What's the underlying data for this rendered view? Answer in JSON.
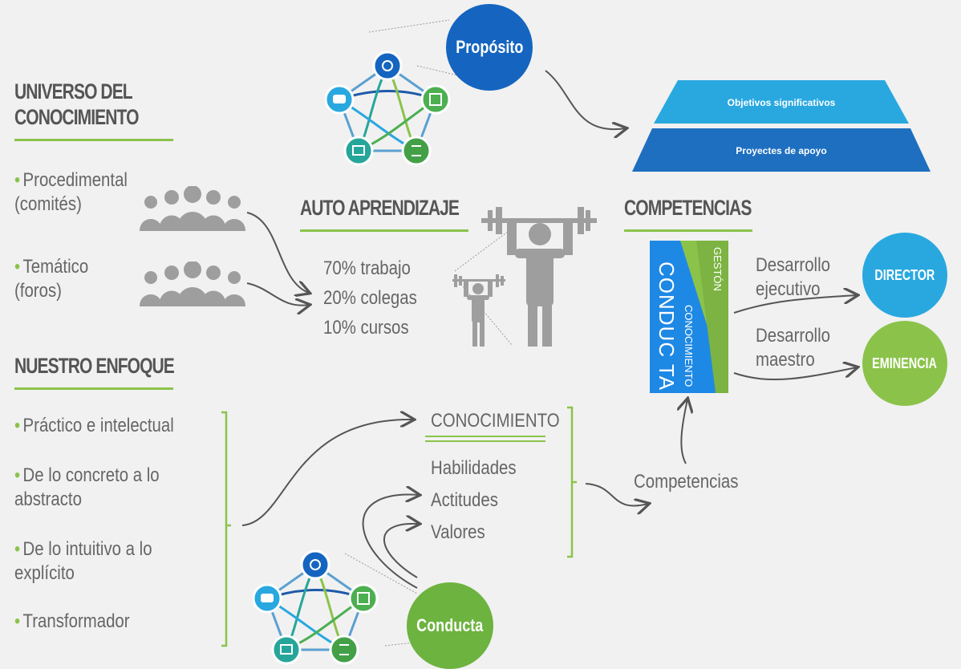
{
  "universo": {
    "heading_line1": "UNIVERSO DEL",
    "heading_line2": "CONOCIMIENTO",
    "items": [
      {
        "line1": "Procedimental",
        "line2": "(comités)"
      },
      {
        "line1": "Temático",
        "line2": "(foros)"
      }
    ]
  },
  "enfoque": {
    "heading": "NUESTRO ENFOQUE",
    "items": [
      {
        "line1": "Práctico e intelectual",
        "line2": ""
      },
      {
        "line1": "De lo concreto a lo",
        "line2": "abstracto"
      },
      {
        "line1": "De lo intuitivo a lo",
        "line2": "explícito"
      },
      {
        "line1": "Transformador",
        "line2": ""
      }
    ]
  },
  "auto": {
    "heading": "AUTO APRENDIZAJE",
    "items": [
      "70% trabajo",
      "20% colegas",
      "10% cursos"
    ]
  },
  "competencias": {
    "heading": "COMPETENCIAS",
    "box_conducta": "CONDUC TA",
    "box_conocimiento": "CONOCIMIENTO",
    "box_gestion": "GESTÓN",
    "arrow1_line1": "Desarrollo",
    "arrow1_line2": "ejecutivo",
    "arrow2_line1": "Desarrollo",
    "arrow2_line2": "maestro",
    "circle_director": "DIRECTOR",
    "circle_eminencia": "EMINENCIA"
  },
  "proposito": {
    "circle_label": "Propósito",
    "pyramid_top": "Objetivos significativos",
    "pyramid_bottom": "Proyectes de apoyo"
  },
  "bottom": {
    "conocimiento": "CONOCIMIENTO",
    "items": [
      "Habilidades",
      "Actitudes",
      "Valores"
    ],
    "competencias_label": "Competencias",
    "conducta_label": "Conducta"
  },
  "colors": {
    "green": "#8bc34a",
    "dark_blue": "#1565c0",
    "light_blue": "#29a8e0",
    "teal": "#26a69a",
    "gray_icon": "#9e9e9e"
  }
}
